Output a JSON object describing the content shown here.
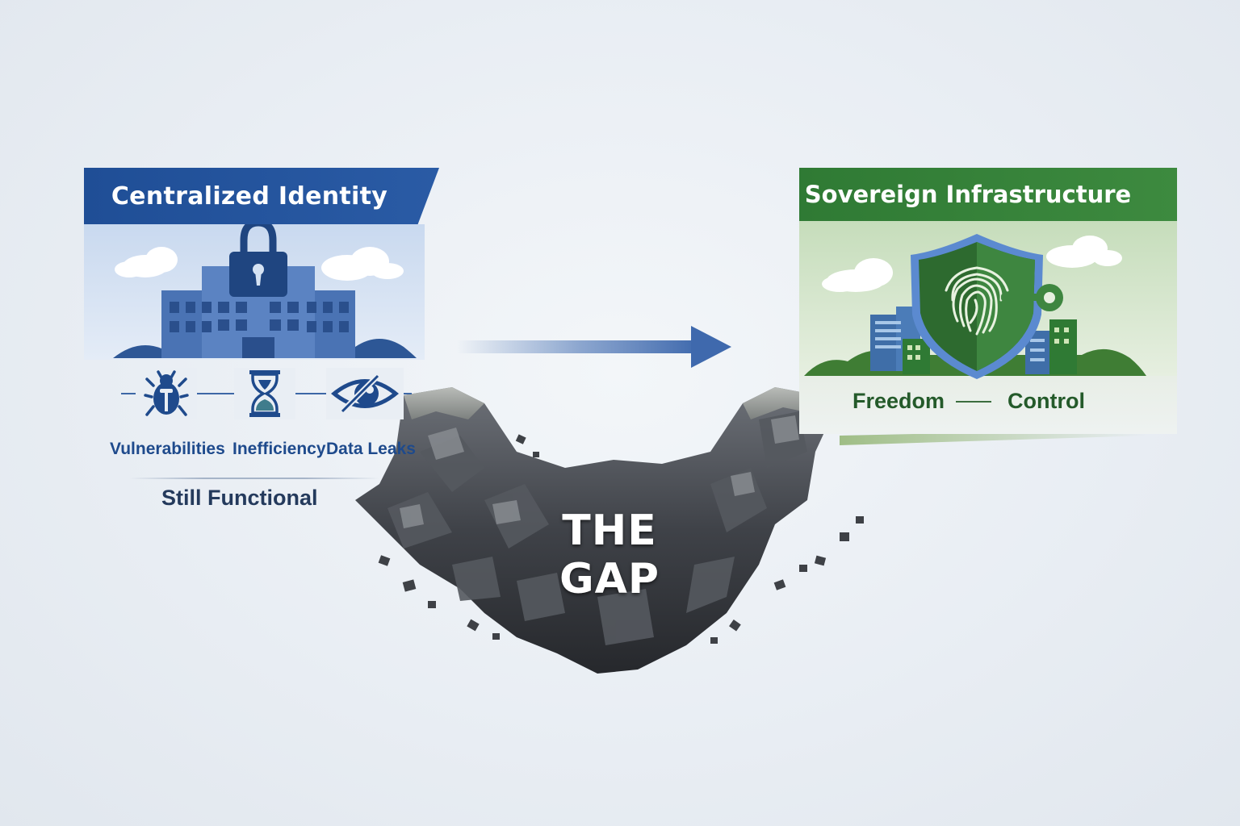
{
  "left_panel": {
    "title": "Centralized Identity",
    "issues": [
      {
        "label": "Vulnerabilities",
        "icon": "bug-icon"
      },
      {
        "label": "Inefficiency",
        "icon": "hourglass-icon"
      },
      {
        "label": "Data Leaks",
        "icon": "eye-slash-icon"
      }
    ],
    "status": "Still Functional",
    "colors": {
      "header": "#1f4e96",
      "accent": "#3d67a6"
    }
  },
  "right_panel": {
    "title": "Sovereign Infrastructure",
    "left_label": "Freedom",
    "right_label": "Control",
    "colors": {
      "header": "#2f7a34",
      "accent": "#245a2a"
    }
  },
  "gap": {
    "title": "THE GAP"
  }
}
